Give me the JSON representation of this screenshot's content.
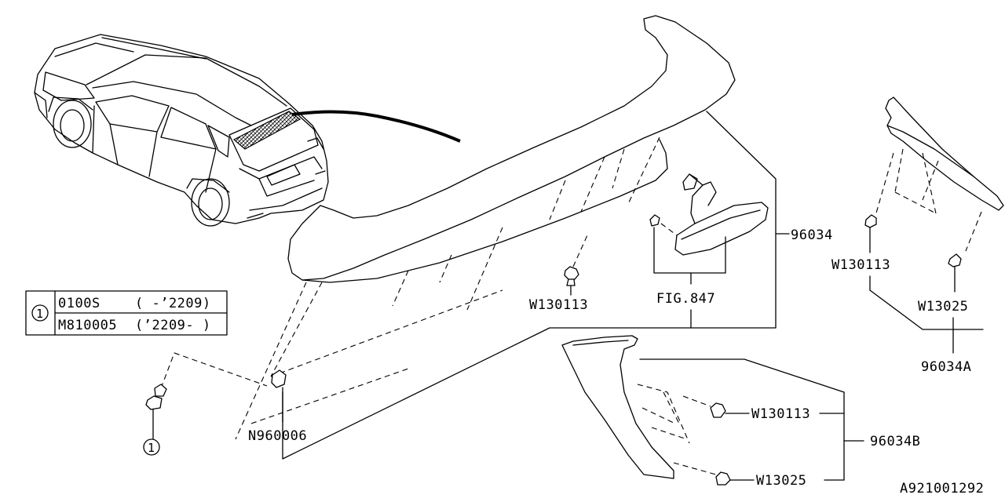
{
  "callouts": {
    "part_96034": "96034",
    "fig_847": "FIG.847",
    "clip_w130113_center": "W130113",
    "clip_w130113_right": "W130113",
    "clip_w13025_right": "W13025",
    "part_96034a": "96034A",
    "clip_w130113_lower": "W130113",
    "clip_w13025_lower": "W13025",
    "part_96034b": "96034B",
    "nut_n960006": "N960006",
    "ref_number_circle": "1",
    "ref_number_table": "1",
    "diagram_code": "A921001292"
  },
  "ref_table": {
    "rows": [
      {
        "part": "0100S",
        "range": "( -’2209)"
      },
      {
        "part": "M810005",
        "range": "(’2209- )"
      }
    ]
  }
}
